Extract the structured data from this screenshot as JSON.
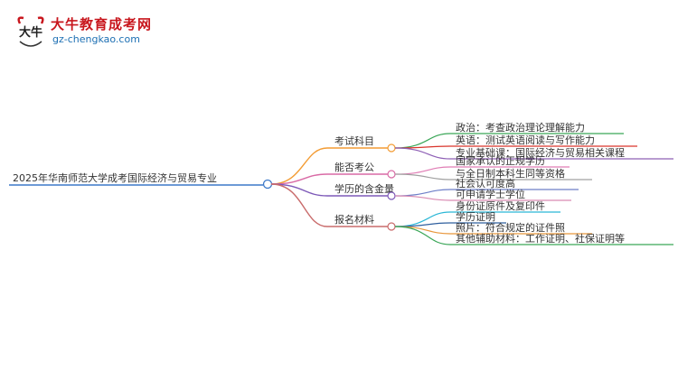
{
  "brand": {
    "title": "大牛教育成考网",
    "url": "gz-chengkao.com",
    "mark_text": "大牛"
  },
  "mindmap": {
    "root": "2025年华南师范大学成考国际经济与贸易专业",
    "branches": [
      {
        "label": "考试科目",
        "color": "#f39c34",
        "children": [
          {
            "label": "政治：考查政治理论理解能力",
            "color": "#3aa657"
          },
          {
            "label": "英语：测试英语阅读与写作能力",
            "color": "#d9342b"
          },
          {
            "label": "专业基础课：国际经济与贸易相关课程",
            "color": "#8e5fb5"
          }
        ]
      },
      {
        "label": "能否考公",
        "color": "#d96aa5",
        "children": [
          {
            "label": "国家承认的正规学历",
            "color": "#e07cb4"
          },
          {
            "label": "与全日制本科生同等资格",
            "color": "#a0a0a0"
          }
        ]
      },
      {
        "label": "学历的含金量",
        "color": "#7d59b8",
        "children": [
          {
            "label": "社会认可度高",
            "color": "#6e7fc8"
          },
          {
            "label": "可申请学士学位",
            "color": "#d98ab2"
          }
        ]
      },
      {
        "label": "报名材料",
        "color": "#c96b6b",
        "children": [
          {
            "label": "身份证原件及复印件",
            "color": "#2bb7d6"
          },
          {
            "label": "学历证明",
            "color": "#2f5f9e"
          },
          {
            "label": "照片：符合规定的证件照",
            "color": "#e8963a"
          },
          {
            "label": "其他辅助材料：工作证明、社保证明等",
            "color": "#3aa657"
          }
        ]
      }
    ]
  }
}
